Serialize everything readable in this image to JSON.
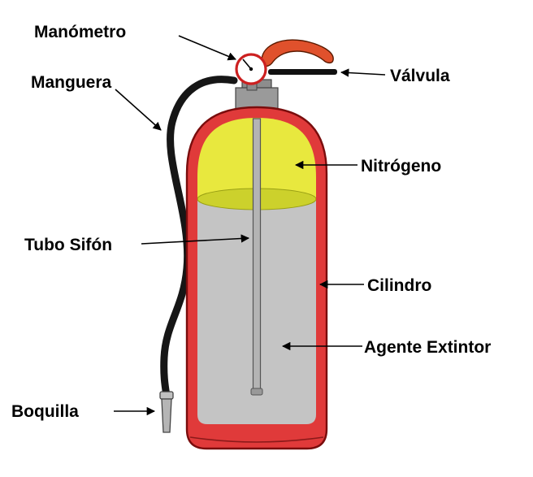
{
  "labels": {
    "manometro": "Manómetro",
    "manguera": "Manguera",
    "tubo_sifon": "Tubo Sifón",
    "boquilla": "Boquilla",
    "valvula": "Válvula",
    "nitrogeno": "Nitrógeno",
    "cilindro": "Cilindro",
    "agente_extintor": "Agente Extintor"
  },
  "colors": {
    "background": "#ffffff",
    "cylinder_red": "#e03a3a",
    "cylinder_outline": "#7a0d0d",
    "nitrogen_yellow": "#e8e83e",
    "surface_yellow": "#ccd12c",
    "agent_gray": "#c4c4c4",
    "tube_gray": "#b4b4b4",
    "neck_gray": "#9a9a9a",
    "hose_black": "#161616",
    "handle_orange": "#e0512c",
    "gauge_rim_red": "#cc2020",
    "label_text": "#000000"
  }
}
